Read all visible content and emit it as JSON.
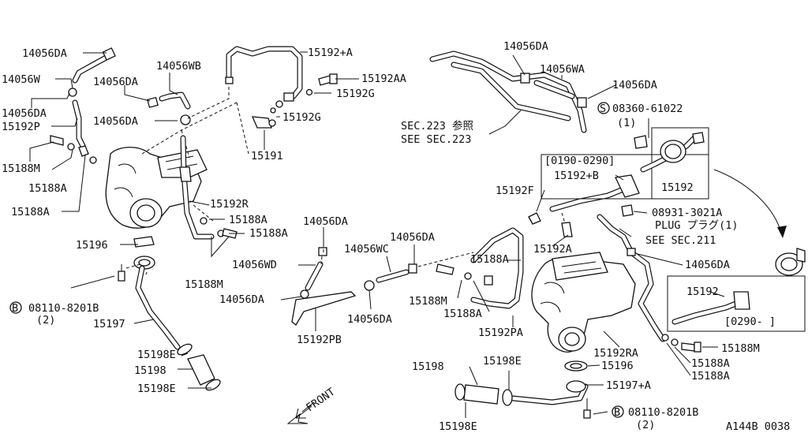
{
  "labels": {
    "l_14056da_1": "14056DA",
    "l_14056w": "14056W",
    "l_14056da_2": "14056DA",
    "l_14056wb": "14056WB",
    "l_14056da_3": "14056DA",
    "l_14056da_4": "14056DA",
    "l_15192p": "15192P",
    "l_15188m_1": "15188M",
    "l_15188a_1": "15188A",
    "l_15188a_2": "15188A",
    "l_15192plus_a": "15192+A",
    "l_15192aa": "15192AA",
    "l_15192g_1": "15192G",
    "l_15192g_2": "15192G",
    "l_15191": "15191",
    "l_15192r": "15192R",
    "l_15188a_3": "15188A",
    "l_15188a_4": "15188A",
    "l_15188m_2": "15188M",
    "l_15196_1": "15196",
    "l_b08110_1": "08110-8201B",
    "l_qty2_1": "(2)",
    "l_15197": "15197",
    "l_15198e_1": "15198E",
    "l_15198_1": "15198",
    "l_15198e_2": "15198E",
    "l_14056da_5": "14056DA",
    "l_14056wd": "14056WD",
    "l_14056da_6": "14056DA",
    "l_14056wc": "14056WC",
    "l_14056da_7": "14056DA",
    "l_14056da_8": "14056DA",
    "l_15192pb": "15192PB",
    "l_14056da_top": "14056DA",
    "l_14056wa": "14056WA",
    "l_14056da_9": "14056DA",
    "l_s08360": "08360-61022",
    "l_qty1_1": "(1)",
    "l_sec223_jp": "SEC.223 参照",
    "l_sec223_en": "SEE SEC.223",
    "l_range1": "[0190-0290]",
    "l_15192plus_b": "15192+B",
    "l_15192_1": "15192",
    "l_15192f": "15192F",
    "l_08931": "08931-3021A",
    "l_plug": "PLUG プラグ(1)",
    "l_sec211": "SEE SEC.211",
    "l_15188a_5": "15188A",
    "l_15192a": "15192A",
    "l_14056da_10": "14056DA",
    "l_15188m_3": "15188M",
    "l_15188a_6": "15188A",
    "l_15192pa": "15192PA",
    "l_15192_2": "15192",
    "l_range2": "[0290-    ]",
    "l_15192ra": "15192RA",
    "l_15188m_4": "15188M",
    "l_15188a_7": "15188A",
    "l_15188a_8": "15188A",
    "l_15196_2": "15196",
    "l_15198_2": "15198",
    "l_15198e_3": "15198E",
    "l_15197plus_a": "15197+A",
    "l_15198e_4": "15198E",
    "l_b08110_2": "08110-8201B",
    "l_qty2_2": "(2)",
    "l_front": "FRONT",
    "l_code": "A144B 0038"
  },
  "symbols": {
    "b_circle": "B",
    "s_circle": "S"
  }
}
